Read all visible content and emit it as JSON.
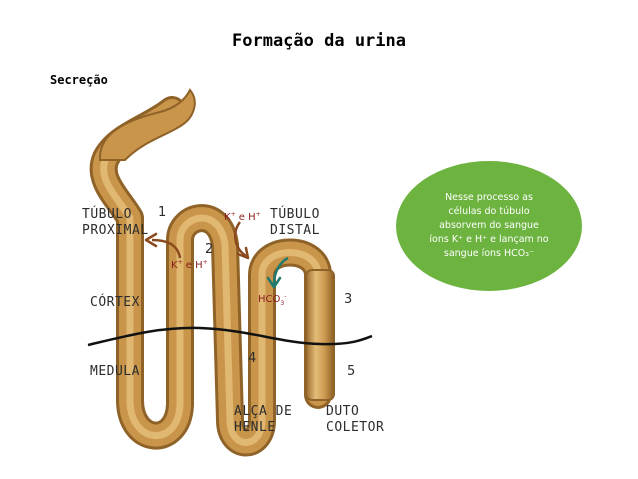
{
  "title": "Formação da urina",
  "subtitle": "Secreção",
  "labels": {
    "tubulo_proximal_1": "TÚBULO",
    "tubulo_proximal_2": "PROXIMAL",
    "tubulo_distal_1": "TÚBULO",
    "tubulo_distal_2": "DISTAL",
    "cortex": "CÓRTEX",
    "medula": "MEDULA",
    "alca_1": "ALÇA DE",
    "alca_2": "HENLE",
    "duto_1": "DUTO",
    "duto_2": "COLETOR"
  },
  "numbers": {
    "n1": "1",
    "n2": "2",
    "n3": "3",
    "n4": "4",
    "n5": "5"
  },
  "ions": {
    "left_k": "K",
    "left_plus1": "+",
    "left_e": " e H",
    "left_plus2": "+",
    "right_k": "K",
    "right_plus1": "+",
    "right_e": " e H",
    "right_plus2": "+",
    "hco3_base": "HCO",
    "hco3_sub": "3",
    "hco3_sup": "-"
  },
  "callout": {
    "line1": "Nesse processo as",
    "line2": "células do túbulo",
    "line3": "absorvem do sangue",
    "line4": "íons K⁺ e H⁺ e lançam no",
    "line5": "sangue íons HCO₃⁻"
  },
  "colors": {
    "tubule": "#c9954a",
    "tubule_light": "#e6c07c",
    "tubule_dark": "#8f6228",
    "arrow_brown": "#8b4a1e",
    "arrow_teal": "#1f7a6d",
    "callout_green": "#6db33f",
    "boundary": "#111111"
  }
}
